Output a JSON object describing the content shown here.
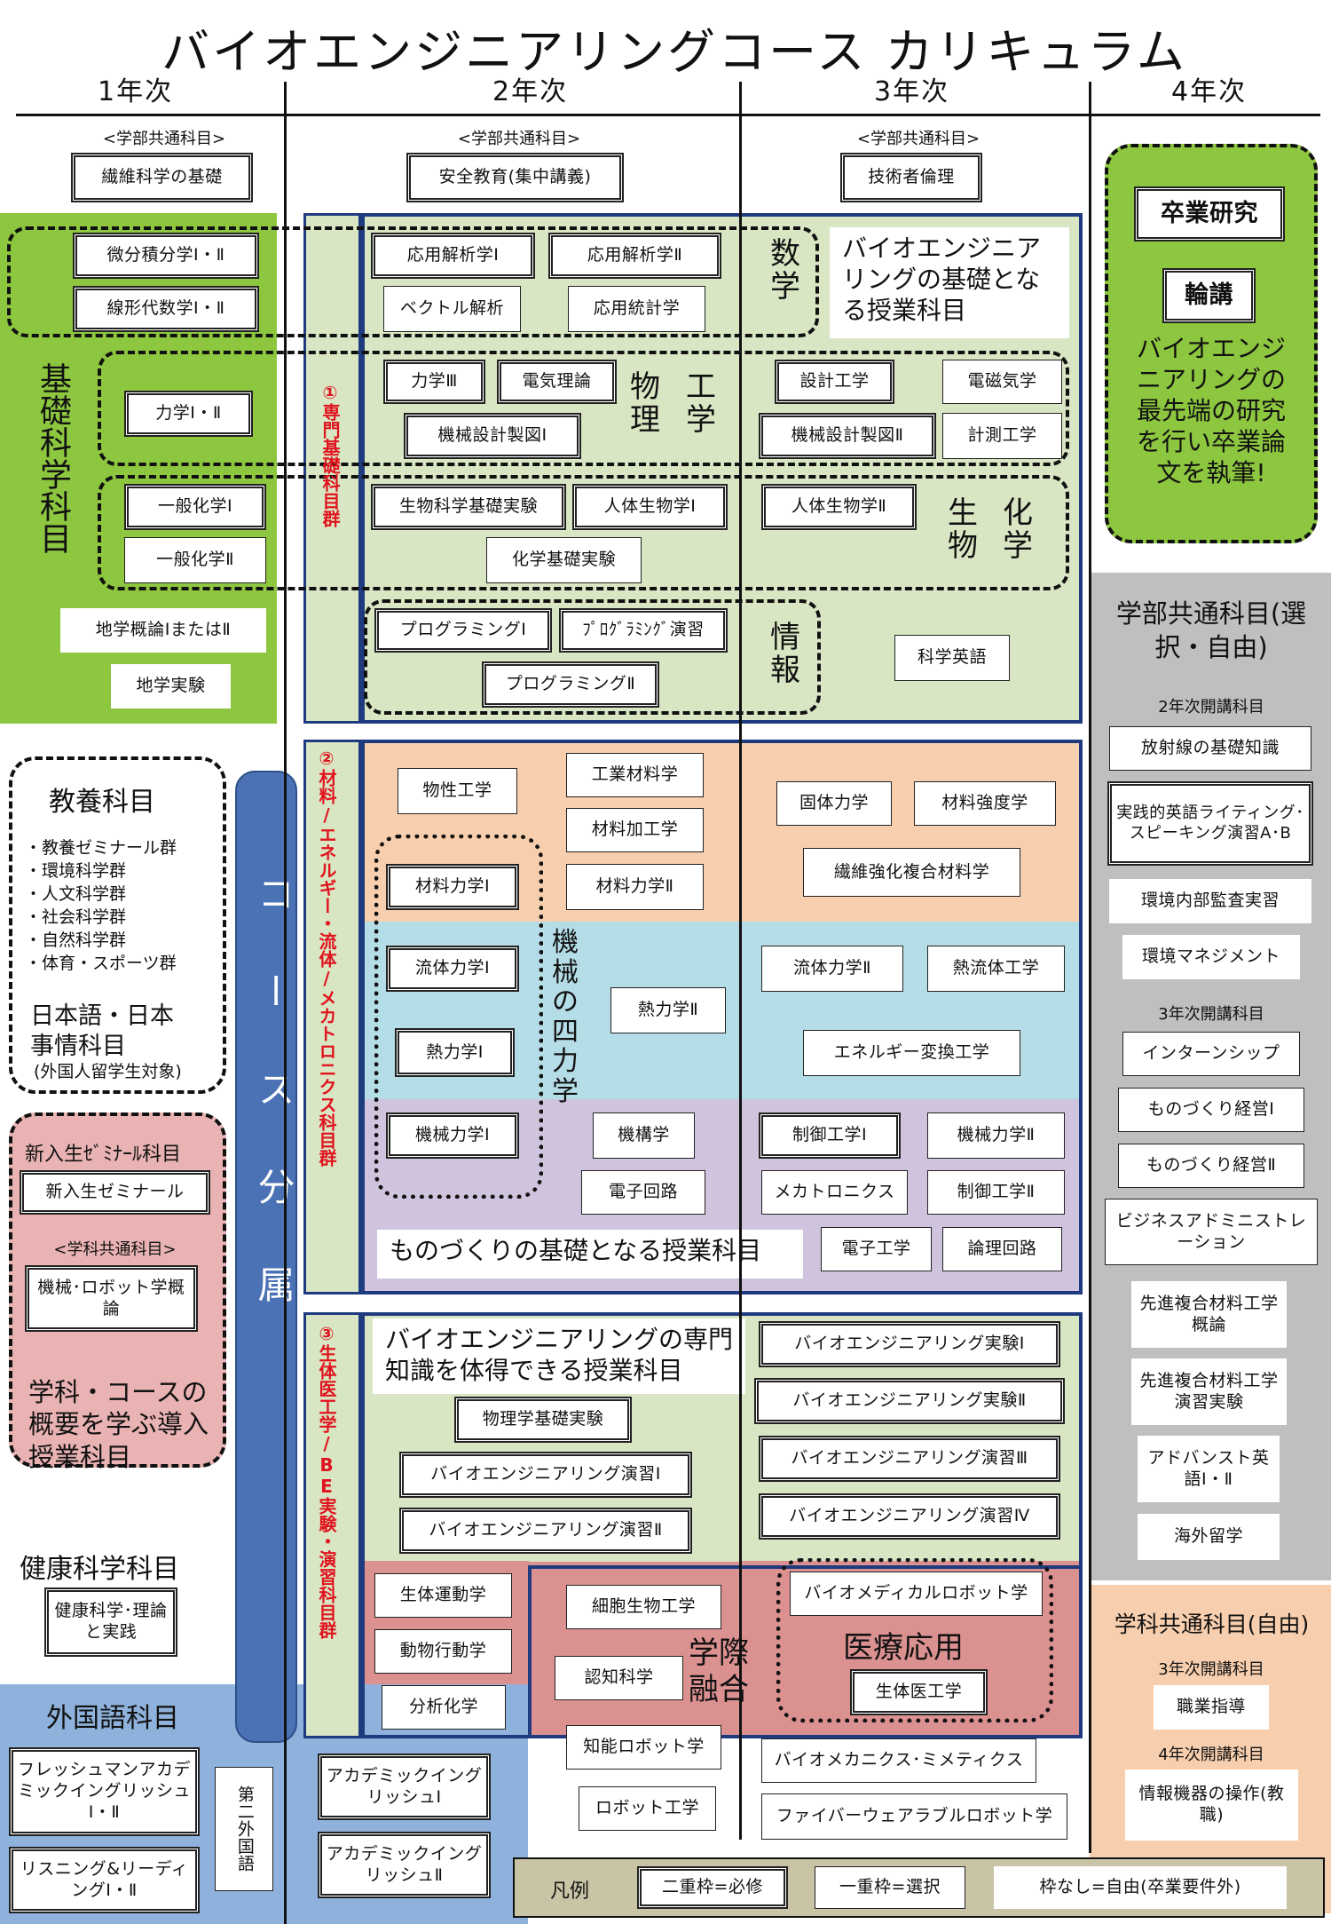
{
  "title": "バイオエンジニアリングコース カリキュラム",
  "years": [
    "1年次",
    "2年次",
    "3年次",
    "4年次"
  ],
  "common_label": "<学部共通科目>",
  "top_boxes": {
    "y1": "繊維科学の基礎",
    "y2": "安全教育(集中講義)",
    "y3": "技術者倫理"
  },
  "kiso": {
    "title": "基礎科学科目",
    "bisekibun": "微分積分学Ⅰ・Ⅱ",
    "senkei": "線形代数学Ⅰ・Ⅱ",
    "rikigaku": "力学Ⅰ・Ⅱ",
    "ippan1": "一般化学Ⅰ",
    "ippan2": "一般化学Ⅱ",
    "chigaku": "地学概論ⅠまたはⅡ",
    "chigaku_jikken": "地学実験"
  },
  "sec1": {
    "label": "①専門基礎科目群",
    "suugaku": "数学",
    "buturi": "物理",
    "kougaku": "工学",
    "seibutsu": "生物",
    "kagaku": "化学",
    "jouhou": "情報",
    "note": "バイオエンジニアリングの基礎となる授業科目",
    "c": [
      "応用解析学Ⅰ",
      "応用解析学Ⅱ",
      "ベクトル解析",
      "応用統計学",
      "力学Ⅲ",
      "電気理論",
      "機械設計製図Ⅰ",
      "設計工学",
      "電磁気学",
      "機械設計製図Ⅱ",
      "計測工学",
      "生物科学基礎実験",
      "人体生物学Ⅰ",
      "人体生物学Ⅱ",
      "化学基礎実験",
      "プログラミングⅠ",
      "ﾌﾟﾛｸﾞﾗﾐﾝｸﾞ演習",
      "プログラミングⅡ",
      "科学英語"
    ]
  },
  "course_bunzoku": "コース分属",
  "kyouyou": {
    "title": "教養科目",
    "items": [
      "・教養ゼミナール群",
      "・環境科学群",
      "・人文科学群",
      "・社会科学群",
      "・自然科学群",
      "・体育・スポーツ群"
    ],
    "nihongo": "日本語・日本事情科目",
    "nihongo_note": "(外国人留学生対象)"
  },
  "shinnyu": {
    "title": "新入生ｾﾞﾐﾅｰﾙ科目",
    "seminar": "新入生ゼミナール",
    "gakka_label": "<学科共通科目>",
    "robot": "機械･ロボット学概論",
    "note": "学科・コースの概要を学ぶ導入授業科目"
  },
  "kenkou": {
    "title": "健康科学科目",
    "item": "健康科学･理論と実践"
  },
  "gaikoku": {
    "title": "外国語科目",
    "fresh": "フレッシュマンアカデミックイングリッシュⅠ・Ⅱ",
    "listening": "リスニング&リーディングⅠ・Ⅱ",
    "daini": "第二外国語",
    "acad1": "アカデミックイングリッシュⅠ",
    "acad2": "アカデミックイングリッシュⅡ"
  },
  "sec2": {
    "label": "②材料/エネルギー・流体/メカトロニクス科目群",
    "yonriki": "機械の四力学",
    "note": "ものづくりの基礎となる授業科目",
    "c": [
      "物性工学",
      "工業材料学",
      "材料加工学",
      "材料力学Ⅰ",
      "材料力学Ⅱ",
      "固体力学",
      "材料強度学",
      "繊維強化複合材料学",
      "流体力学Ⅰ",
      "熱力学Ⅱ",
      "流体力学Ⅱ",
      "熱流体工学",
      "熱力学Ⅰ",
      "エネルギー変換工学",
      "機械力学Ⅰ",
      "機構学",
      "制御工学Ⅰ",
      "機械力学Ⅱ",
      "電子回路",
      "メカトロニクス",
      "制御工学Ⅱ",
      "電子工学",
      "論理回路"
    ]
  },
  "sec3": {
    "label": "③生体医工学/BE実験・演習科目群",
    "note": "バイオエンジニアリングの専門知識を体得できる授業科目",
    "gakusai": "学際融合",
    "iryou": "医療応用",
    "c": [
      "物理学基礎実験",
      "バイオエンジニアリング演習Ⅰ",
      "バイオエンジニアリング演習Ⅱ",
      "バイオエンジニアリング実験Ⅰ",
      "バイオエンジニアリング実験Ⅱ",
      "バイオエンジニアリング演習Ⅲ",
      "バイオエンジニアリング演習Ⅳ",
      "生体運動学",
      "細胞生物工学",
      "バイオメディカルロボット学",
      "動物行動学",
      "認知科学",
      "生体医工学",
      "分析化学",
      "知能ロボット学",
      "バイオメカニクス･ミメティクス",
      "ロボット工学",
      "ファイバーウェアラブルロボット学"
    ]
  },
  "y4": {
    "sotsuken": "卒業研究",
    "rinkou": "輪講",
    "note": "バイオエンジニアリングの最先端の研究を行い卒業論文を執筆!"
  },
  "gakubu": {
    "title": "学部共通科目(選択・自由)",
    "y2": "2年次開講科目",
    "y3": "3年次開講科目",
    "c": [
      "放射線の基礎知識",
      "実践的英語ライティング･スピーキング演習A･B",
      "環境内部監査実習",
      "環境マネジメント",
      "インターンシップ",
      "ものづくり経営Ⅰ",
      "ものづくり経営Ⅱ",
      "ビジネスアドミニストレーション",
      "先進複合材料工学概論",
      "先進複合材料工学演習実験",
      "アドバンスト英語Ⅰ・Ⅱ",
      "海外留学"
    ]
  },
  "gakka": {
    "title": "学科共通科目(自由)",
    "y3": "3年次開講科目",
    "shokugyou": "職業指導",
    "y4": "4年次開講科目",
    "jouhou": "情報機器の操作(教職)"
  },
  "legend": {
    "title": "凡例",
    "double": "二重枠=必修",
    "single": "一重枠=選択",
    "none": "枠なし=自由(卒業要件外)"
  },
  "colors": {
    "green": "#8dc63f",
    "sec1": "#d9e6c3",
    "orange": "#f8cfae",
    "blue": "#b5dde7",
    "purple": "#cfc3de",
    "pink": "#dc9191",
    "gray": "#bfbfbf",
    "lblue": "#8eb2dc",
    "navy": "#1f3b80",
    "course": "#4a72b4",
    "pinkbox": "#eab3b3",
    "legend": "#c9c4a6"
  }
}
